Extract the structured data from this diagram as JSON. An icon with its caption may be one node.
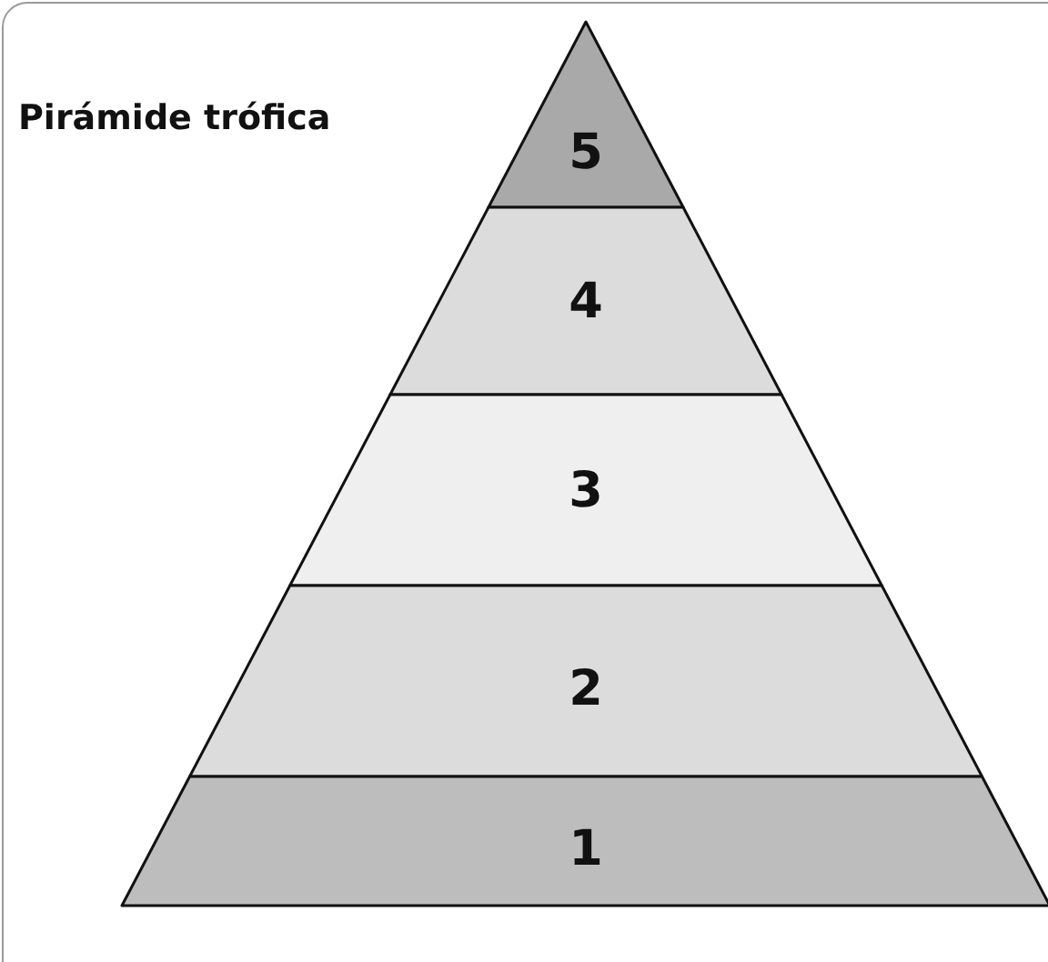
{
  "diagram": {
    "title": "Pirámide trófica",
    "nodes": [
      {
        "text": [
          "5"
        ]
      },
      {
        "text": [
          "4"
        ]
      },
      {
        "text": [
          "3"
        ]
      },
      {
        "text": [
          "2"
        ]
      },
      {
        "text": [
          "1"
        ]
      }
    ]
  }
}
